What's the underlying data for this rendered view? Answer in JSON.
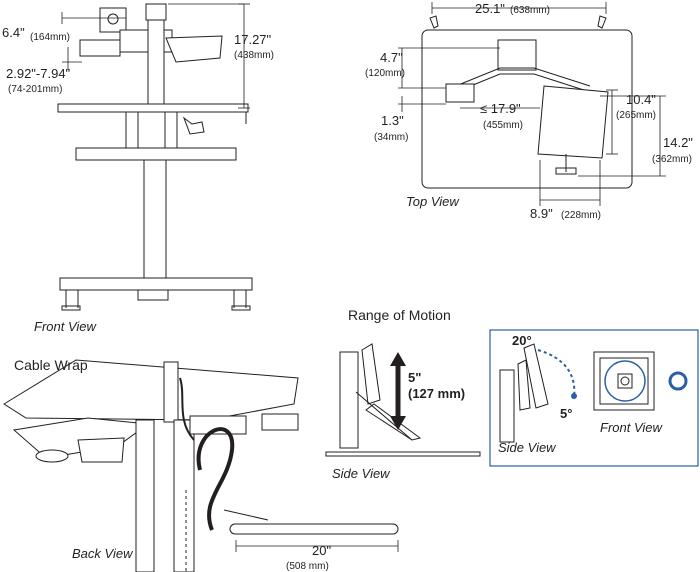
{
  "front_view": {
    "caption": "Front View",
    "dims": {
      "width_in": "6.4\"",
      "width_mm": "(164mm)",
      "height_in": "17.27\"",
      "height_mm": "(438mm)",
      "offset_in": "2.92\"-7.94\"",
      "offset_mm": "(74-201mm)"
    }
  },
  "top_view": {
    "caption": "Top View",
    "dims": {
      "width_in": "25.1\"",
      "width_mm": "(638mm)",
      "a_in": "4.7\"",
      "a_mm": "(120mm)",
      "reach_in": "≤ 17.9\"",
      "reach_mm": "(455mm)",
      "b_in": "1.3\"",
      "b_mm": "(34mm)",
      "tray_h_in": "10.4\"",
      "tray_h_mm": "(265mm)",
      "depth_in": "14.2\"",
      "depth_mm": "(362mm)",
      "tray_w_in": "8.9\"",
      "tray_w_mm": "(228mm)"
    }
  },
  "range_of_motion": {
    "heading": "Range of Motion",
    "travel_in": "5\"",
    "travel_mm": "(127 mm)",
    "caption": "Side View"
  },
  "tilt_panel": {
    "up_angle": "20°",
    "down_angle": "5°",
    "side_caption": "Side View",
    "front_caption": "Front View"
  },
  "cable_wrap": {
    "heading": "Cable Wrap",
    "length_in": "20\"",
    "length_mm": "(508 mm)",
    "caption": "Back View"
  },
  "colors": {
    "line": "#231f20",
    "accent": "#2a5fa8",
    "panel_border": "#2a5fa8"
  }
}
